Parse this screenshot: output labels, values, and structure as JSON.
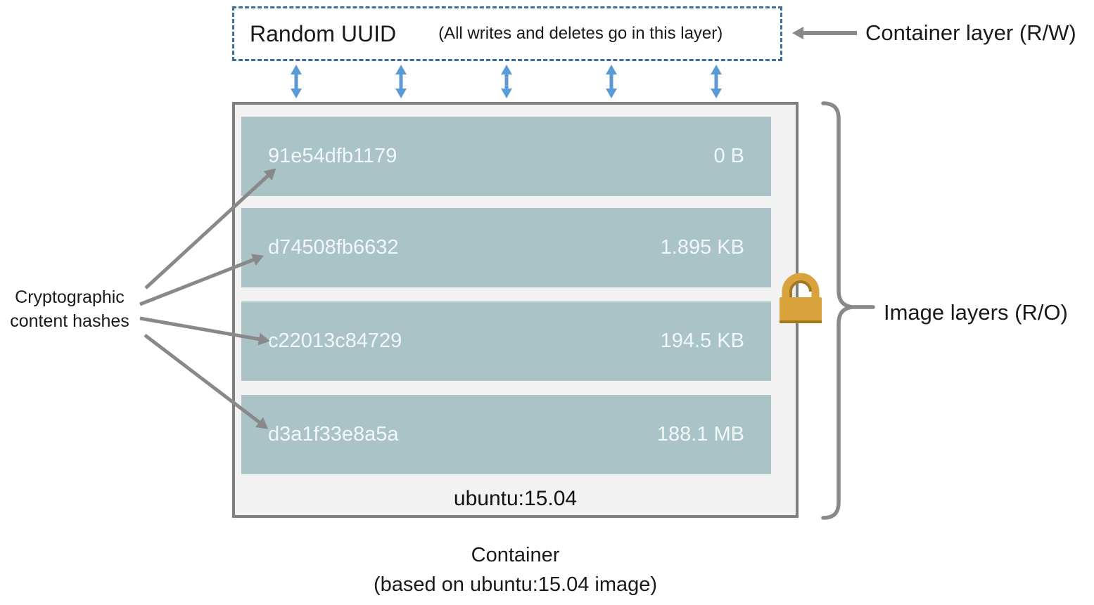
{
  "container_layer_box": {
    "title": "Random UUID",
    "note": "(All writes and deletes go in this layer)"
  },
  "labels": {
    "container_layer": "Container layer (R/W)",
    "image_layers": "Image layers (R/O)",
    "crypto_line1": "Cryptographic",
    "crypto_line2": "content hashes",
    "image_tag": "ubuntu:15.04",
    "caption_title": "Container",
    "caption_subtitle": "(based on ubuntu:15.04 image)"
  },
  "image_layers": [
    {
      "hash": "91e54dfb1179",
      "size": "0 B"
    },
    {
      "hash": "d74508fb6632",
      "size": "1.895 KB"
    },
    {
      "hash": "c22013c84729",
      "size": "194.5 KB"
    },
    {
      "hash": "d3a1f33e8a5a",
      "size": "188.1 MB"
    }
  ],
  "icons": {
    "lock": "padlock (read-only)"
  },
  "colors": {
    "dashed_border": "#3f6e9e",
    "blue_arrow": "#5b9bd5",
    "gray_arrow": "#898989",
    "container_border": "#7f7f7f",
    "container_fill": "#f2f2f2",
    "layer_fill": "#a9c3c7",
    "layer_text": "#f2f7f7",
    "lock_gold": "#d8a33d",
    "lock_shadow": "#a2791f",
    "text": "#1a1a1a"
  }
}
